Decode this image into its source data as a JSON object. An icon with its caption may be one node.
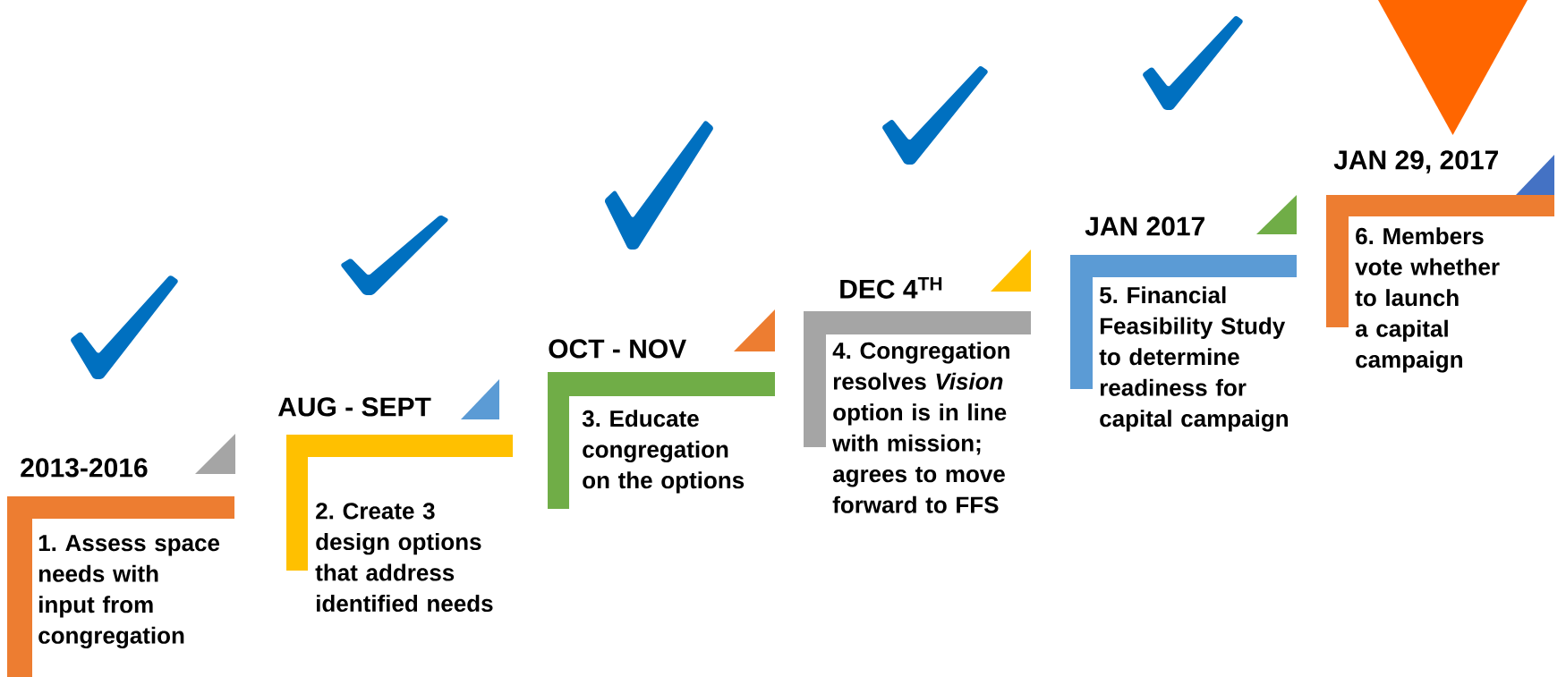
{
  "diagram": {
    "nodes": [
      {
        "text": [
          "2013-2016",
          "1. Assess space needs with input from congregation"
        ]
      },
      {
        "text": [
          "AUG - SEPT",
          "2. Create 3 design options that address identified needs"
        ]
      },
      {
        "text": [
          "OCT - NOV",
          "3. Educate congregation on the options"
        ]
      },
      {
        "text": [
          "DEC 4$^{TH}$",
          "4. Congregation resolves *Vision* option is in line with mission; agrees to move forward to FFS"
        ]
      },
      {
        "text": [
          "JAN 2017",
          "5. Financial Feasibility Study to determine readiness for capital campaign"
        ]
      },
      {
        "text": [
          "JAN 29, 2017",
          "6. Members vote whether to launch a capital campaign"
        ]
      }
    ]
  }
}
